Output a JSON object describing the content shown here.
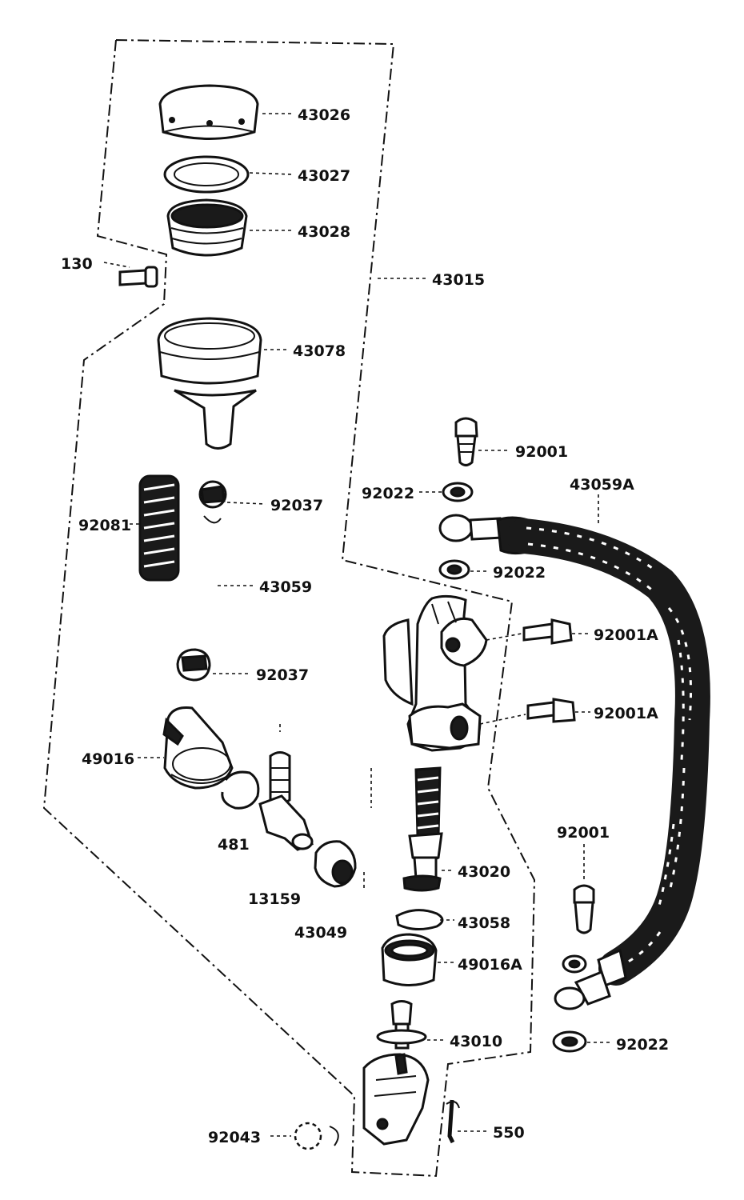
{
  "labels": {
    "p43026": "43026",
    "p43027": "43027",
    "p43028": "43028",
    "p130": "130",
    "p43015": "43015",
    "p43078": "43078",
    "p92001_top": "92001",
    "p92022_a": "92022",
    "p43059a": "43059A",
    "p92022_b": "92022",
    "p92037_a": "92037",
    "p92081": "92081",
    "p43059": "43059",
    "p92001a_1": "92001A",
    "p92037_b": "92037",
    "p92001a_2": "92001A",
    "p49016": "49016",
    "p92001_right": "92001",
    "p481": "481",
    "p43020": "43020",
    "p13159": "13159",
    "p43058": "43058",
    "p43049": "43049",
    "p49016a": "49016A",
    "p43010": "43010",
    "p92022_c": "92022",
    "p92043": "92043",
    "p550": "550"
  },
  "colors": {
    "ink": "#111111",
    "background": "#ffffff"
  }
}
